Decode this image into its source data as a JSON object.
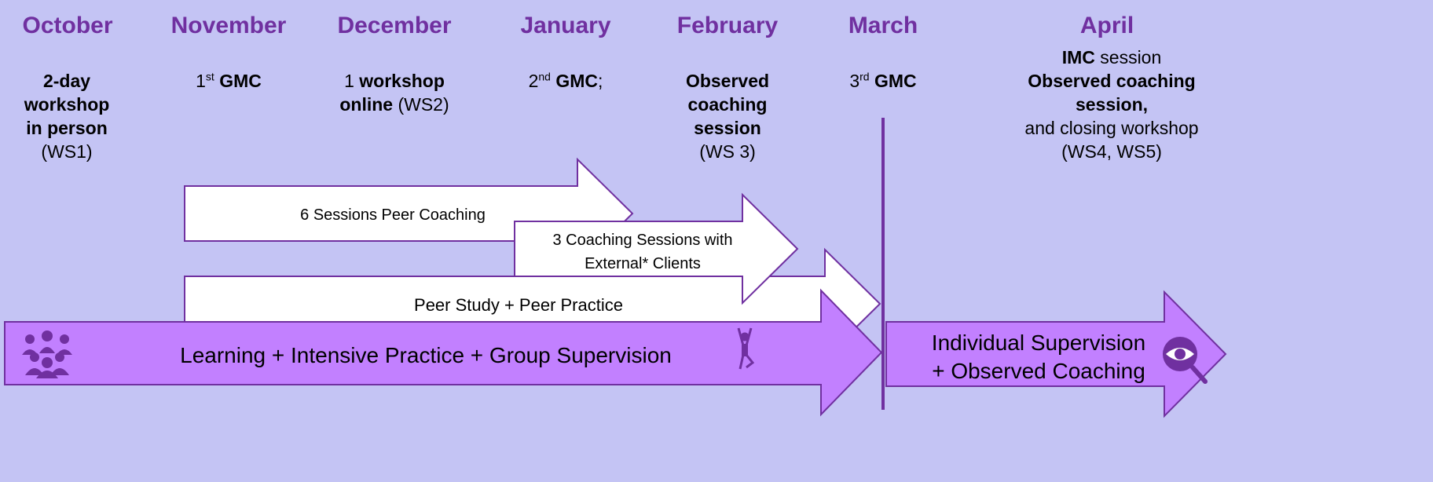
{
  "colors": {
    "background": "#c4c4f4",
    "month_text": "#7030a0",
    "arrow_outline": "#7030a0",
    "main_arrow_fill": "#c280ff",
    "white_arrow_fill": "#ffffff"
  },
  "months": [
    {
      "label": "October"
    },
    {
      "label": "November"
    },
    {
      "label": "December"
    },
    {
      "label": "January"
    },
    {
      "label": "February"
    },
    {
      "label": "March"
    },
    {
      "label": "April"
    }
  ],
  "milestones": {
    "october": {
      "line1": "2-day",
      "line2": "workshop",
      "line3": "in person",
      "line4": "(WS1)"
    },
    "november": {
      "num": "1",
      "sup": "st",
      "bold": "GMC"
    },
    "december": {
      "num": "1 ",
      "bold1": "workshop",
      "bold2": "online",
      "rest": " (WS2)"
    },
    "january": {
      "num": "2",
      "sup": "nd",
      "bold": "GMC",
      "after": ";"
    },
    "february": {
      "line1": "Observed",
      "line2": "coaching",
      "line3": "session",
      "line4": "(WS 3)"
    },
    "march": {
      "num": "3",
      "sup": "rd",
      "bold": "GMC"
    },
    "april": {
      "bold1": "IMC",
      "rest1": " session",
      "bold2": "Observed coaching",
      "bold3": "session,",
      "line4": "and closing workshop",
      "line5": "(WS4, WS5)"
    }
  },
  "arrows": {
    "peer_coaching": "6 Sessions Peer Coaching",
    "external_line1": "3 Coaching Sessions with",
    "external_line2": "External* Clients",
    "peer_study": "Peer Study + Peer Practice",
    "main": "Learning +  Intensive Practice + Group Supervision",
    "final_line1": "Individual Supervision",
    "final_line2": "+ Observed Coaching"
  },
  "icons": {
    "group": "group-people-icon",
    "figure": "stretching-person-icon",
    "eye": "eye-magnifier-icon"
  }
}
